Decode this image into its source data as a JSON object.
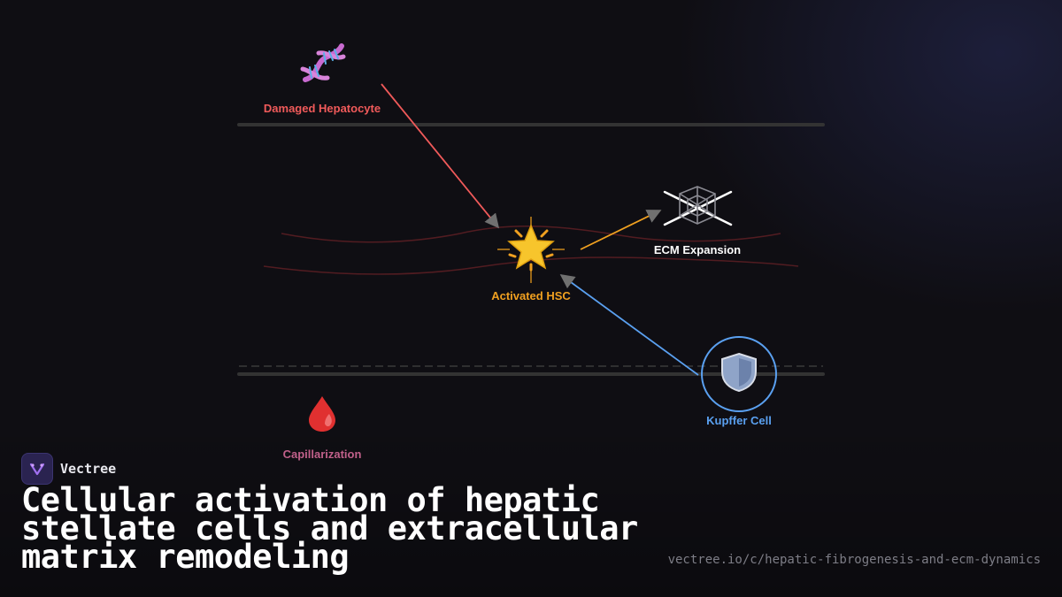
{
  "brand": {
    "name": "Vectree"
  },
  "title": "Cellular activation of hepatic stellate cells and extracellular matrix remodeling",
  "url": "vectree.io/c/hepatic-fibrogenesis-and-ecm-dynamics",
  "nodes": {
    "hepatocyte": {
      "label": "Damaged Hepatocyte",
      "icon": "dna-icon",
      "color": "#f05a5a"
    },
    "hsc": {
      "label": "Activated HSC",
      "icon": "glowing-star-icon",
      "color": "#f0a020"
    },
    "ecm": {
      "label": "ECM Expansion",
      "icon": "spider-web-icon",
      "color": "#ffffff"
    },
    "kupffer": {
      "label": "Kupffer Cell",
      "icon": "shield-icon",
      "color": "#5aa0f0"
    },
    "capillarization": {
      "label": "Capillarization",
      "icon": "blood-drop-icon",
      "color": "#c0608a"
    }
  },
  "colors": {
    "background": "#0f0e13",
    "arrow_hepatocyte": "#f05a5a",
    "arrow_ecm": "#f0a020",
    "arrow_kupffer": "#5aa0f0",
    "arrowhead": "#6a6a6a",
    "membrane": "#333333",
    "fiber": "#5a1e24"
  }
}
